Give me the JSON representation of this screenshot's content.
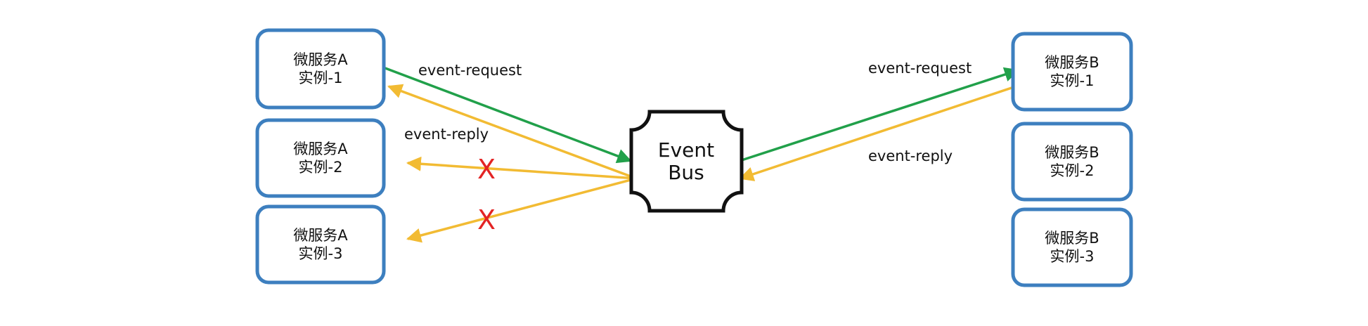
{
  "colors": {
    "box_border": "#3d7fbf",
    "bus_border": "#111111",
    "request": "#21a04a",
    "reply": "#f2bb33",
    "blocked_mark": "#e32424"
  },
  "nodes": {
    "a1": {
      "line1": "微服务A",
      "line2": "实例-1"
    },
    "a2": {
      "line1": "微服务A",
      "line2": "实例-2"
    },
    "a3": {
      "line1": "微服务A",
      "line2": "实例-3"
    },
    "b1": {
      "line1": "微服务B",
      "line2": "实例-1"
    },
    "b2": {
      "line1": "微服务B",
      "line2": "实例-2"
    },
    "b3": {
      "line1": "微服务B",
      "line2": "实例-3"
    },
    "bus": {
      "line1": "Event",
      "line2": "Bus"
    }
  },
  "edges": {
    "left_request": "event-request",
    "left_reply": "event-reply",
    "right_request": "event-request",
    "right_reply": "event-reply",
    "blocked_mark": "X"
  }
}
